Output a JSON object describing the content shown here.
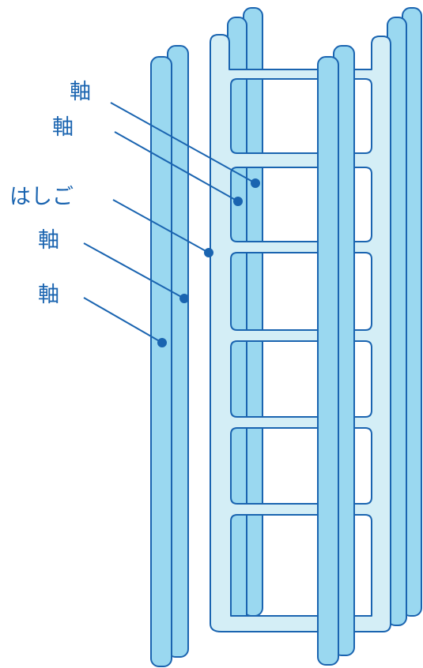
{
  "colors": {
    "rod_fill": "#9ad8f0",
    "ladder_fill": "#d4eef6",
    "outline": "#1a64b0",
    "label": "#1a64b0"
  },
  "labels": [
    {
      "text": "軸"
    },
    {
      "text": "軸"
    },
    {
      "text": "はしご"
    },
    {
      "text": "軸"
    },
    {
      "text": "軸"
    }
  ]
}
